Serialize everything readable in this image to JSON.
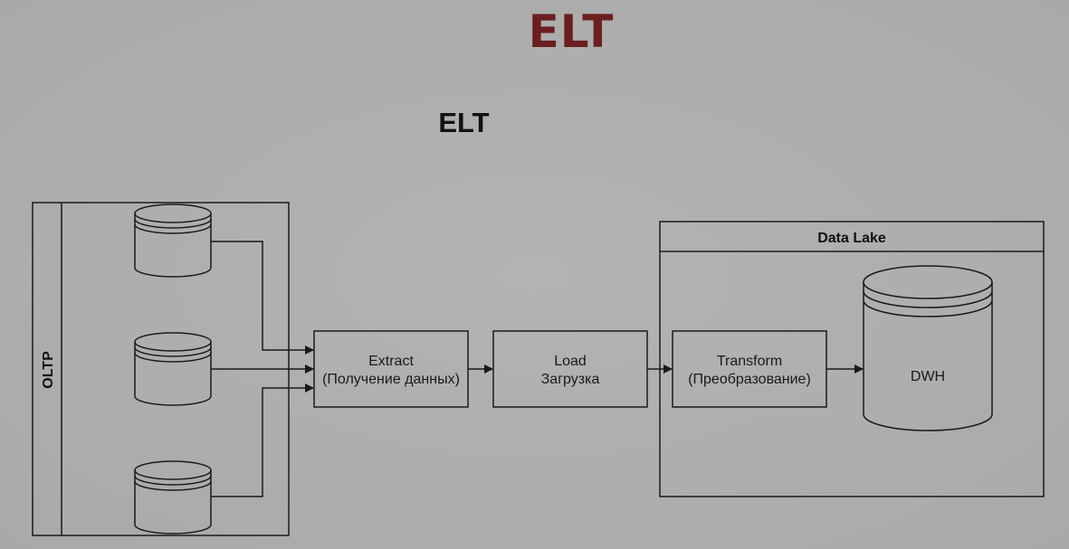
{
  "slide": {
    "title": "ELT"
  },
  "diagram": {
    "title": "ELT",
    "oltp_label": "OLTP",
    "extract": {
      "line1": "Extract",
      "line2": "(Получение данных)"
    },
    "load": {
      "line1": "Load",
      "line2": "Загрузка"
    },
    "data_lake_label": "Data Lake",
    "transform": {
      "line1": "Transform",
      "line2": "(Преобразование)"
    },
    "dwh_label": "DWH"
  },
  "colors": {
    "background": "#b0b0b0",
    "title": "#6a1f1f",
    "stroke": "#1a1a1a"
  }
}
